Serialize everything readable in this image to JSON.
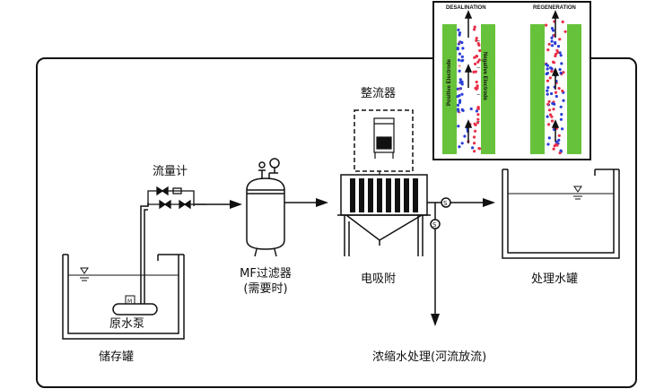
{
  "labels": {
    "flowmeter": "流量计",
    "rectifier": "整流器",
    "mf_filter": "MF过滤器",
    "mf_filter_note": "(需要时)",
    "electrosorption": "电吸附",
    "treated_tank": "处理水罐",
    "raw_pump": "原水泵",
    "storage_tank": "储存罐",
    "concentrate": "浓缩水处理(河流放流)"
  },
  "inset": {
    "desalination": "DESALINATION",
    "regeneration": "REGENERATION",
    "positive_electrode": "Positive Electrode",
    "negative_electrode": "Negative Electrode"
  },
  "colors": {
    "line": "#111111",
    "electrode_green": "#66c23a",
    "ion_red": "#e8304a",
    "ion_blue": "#2b3fd6"
  }
}
